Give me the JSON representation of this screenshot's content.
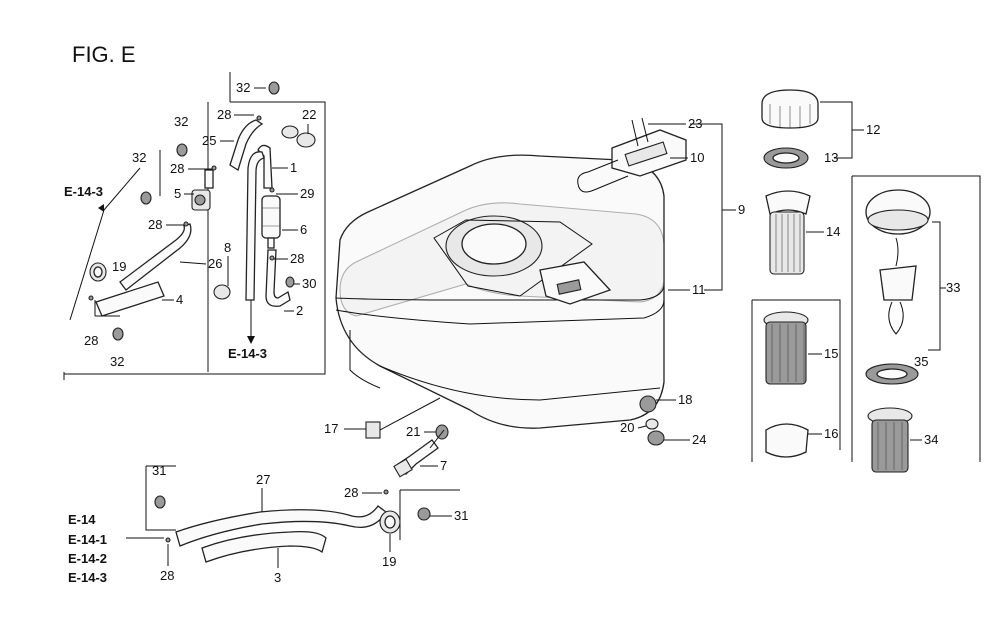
{
  "figure": {
    "title": "FIG. E"
  },
  "refs": {
    "r1": "E-14-3",
    "r2": "E-14-3",
    "r3": "E-14",
    "r4": "E-14-1",
    "r5": "E-14-2",
    "r6": "E-14-3"
  },
  "callouts": {
    "c32a": "32",
    "c32b": "32",
    "c32c": "32",
    "c32d": "32",
    "c28a": "28",
    "c28b": "28",
    "c28c": "28",
    "c28d": "28",
    "c28e": "28",
    "c28f": "28",
    "c25": "25",
    "c22": "22",
    "c1": "1",
    "c29": "29",
    "c5": "5",
    "c6": "6",
    "c19a": "19",
    "c19b": "19",
    "c26": "26",
    "c8": "8",
    "c30": "30",
    "c4": "4",
    "c2": "2",
    "c23": "23",
    "c10": "10",
    "c9": "9",
    "c11": "11",
    "c12": "12",
    "c13": "13",
    "c14": "14",
    "c15": "15",
    "c16": "16",
    "c33": "33",
    "c35": "35",
    "c34": "34",
    "c17": "17",
    "c21": "21",
    "c7": "7",
    "c18": "18",
    "c20": "20",
    "c24": "24",
    "c31a": "31",
    "c31b": "31",
    "c27": "27",
    "c3": "3"
  }
}
